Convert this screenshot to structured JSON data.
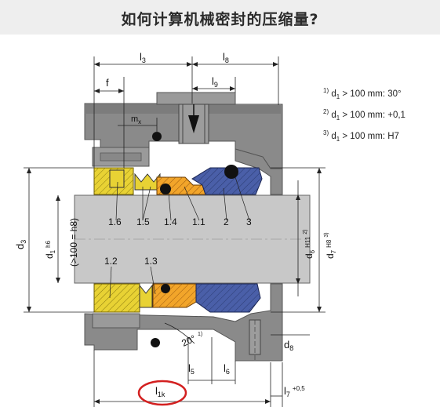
{
  "title": "如何计算机械密封的压缩量?",
  "notes": [
    {
      "ref": "1)",
      "sym": "d",
      "sub": "1",
      "text": "> 100 mm: 30°"
    },
    {
      "ref": "2)",
      "sym": "d",
      "sub": "1",
      "text": "> 100 mm: +0,1"
    },
    {
      "ref": "3)",
      "sym": "d",
      "sub": "1",
      "text": "> 100 mm: H7"
    }
  ],
  "dims": {
    "l3": "l",
    "l3_sub": "3",
    "l8": "l",
    "l8_sub": "8",
    "l9": "l",
    "l9_sub": "9",
    "f": "f",
    "mx": "m",
    "mx_sub": "x",
    "d3": "d",
    "d3_sub": "3",
    "d1": "d",
    "d1_sub": "1",
    "d1_tol": "h6",
    "d1big": "(>100 = h8)",
    "d6": "d",
    "d6_sub": "6",
    "d6_tol": "H11",
    "d6_ref": "2)",
    "d7": "d",
    "d7_sub": "7",
    "d7_tol": "H8",
    "d7_ref": "3)",
    "d8": "d",
    "d8_sub": "8",
    "l5": "l",
    "l5_sub": "5",
    "l6": "l",
    "l6_sub": "6",
    "l1k": "l",
    "l1k_sub": "1k",
    "l7": "l",
    "l7_sub": "7",
    "l7_tol": "+0,5",
    "angle": "20°",
    "angle_ref": "1)"
  },
  "parts": [
    "1.6",
    "1.5",
    "1.4",
    "1.1",
    "2",
    "3",
    "1.2",
    "1.3"
  ],
  "colors": {
    "gray_housing": "#8a8a8a",
    "gray_dark": "#707070",
    "yellow": "#e8d234",
    "orange": "#f2a52a",
    "blue": "#4a5fa8",
    "shaft": "#c8c8c8",
    "highlight": "#d32020"
  }
}
